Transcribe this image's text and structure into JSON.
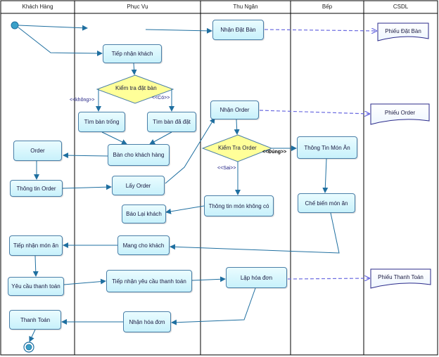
{
  "lanes": [
    "Khách Hàng",
    "Phục Vụ",
    "Thu Ngân",
    "Bếp",
    "CSDL"
  ],
  "actions": {
    "nhan_dat_ban": "Nhận Đặt Bàn",
    "tiep_nhan_khach": "Tiếp nhận khách",
    "tim_ban_trong": "Tìm bàn trống",
    "tim_ban_da_dat": "Tìm bàn đã đặt",
    "ban_cho_khach_hang": "Bàn cho khách hàng",
    "order": "Order",
    "thong_tin_order": "Thông tin Order",
    "lay_order": "Lấy Order",
    "nhan_order": "Nhận Order",
    "thong_tin_mon_an": "Thông Tin Món Ăn",
    "che_bien_mon_an": "Chế biến món ăn",
    "thong_tin_mon_khong_co": "Thông tin món không có",
    "bao_lai_khach": "Báo Lại khách",
    "mang_cho_khach": "Mang cho khách",
    "tiep_nhan_mon_an": "Tiếp nhận món ăn",
    "yeu_cau_thanh_toan": "Yêu cầu thanh toán",
    "tiep_nhan_yeu_cau_thanh_toan": "Tiếp nhận yêu cầu thanh toán",
    "lap_hoa_don": "Lập hóa đơn",
    "nhan_hoa_don": "Nhận hóa đơn",
    "thanh_toan": "Thanh Toán"
  },
  "decisions": {
    "kiem_tra_dat_ban": "Kiểm tra đặt bàn",
    "kiem_tra_order": "Kiểm Tra Order"
  },
  "guards": {
    "khong": "<<không>>",
    "co": "<<Có>>",
    "dung": "<<Đúng>>",
    "sai": "<<Sai>>"
  },
  "documents": {
    "phieu_dat_ban": "Phiếu Đặt Bàn",
    "phieu_order": "Phiếu Order",
    "phieu_thanh_toan": "Phiếu Thanh Toán"
  },
  "colors": {
    "node_border": "#4a7fa8",
    "arrow": "#1f6fa0",
    "dependency": "#6a6ae0",
    "decision_fill": "#ffff99",
    "start_fill": "#3aa0c8"
  }
}
